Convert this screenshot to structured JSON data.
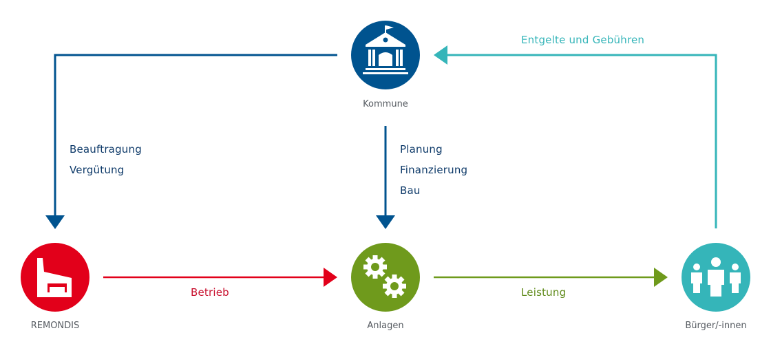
{
  "nodes": {
    "kommune": {
      "label": "Kommune",
      "icon": "town-hall-icon",
      "color": "#00538f"
    },
    "remondis": {
      "label": "REMONDIS",
      "icon": "factory-icon",
      "color": "#e2001a"
    },
    "anlagen": {
      "label": "Anlagen",
      "icon": "gears-icon",
      "color": "#6f9a1c"
    },
    "buerger": {
      "label": "Bürger/-innen",
      "icon": "people-icon",
      "color": "#35b5b9"
    }
  },
  "flows": {
    "kommune_to_remondis": {
      "lines": [
        "Beauftragung",
        "Vergütung"
      ],
      "color": "#00538f"
    },
    "kommune_to_anlagen": {
      "lines": [
        "Planung",
        "Finanzierung",
        "Bau"
      ],
      "color": "#00538f"
    },
    "remondis_to_anlagen": {
      "label": "Betrieb",
      "color": "#e2001a"
    },
    "anlagen_to_buerger": {
      "label": "Leistung",
      "color": "#6f9a1c"
    },
    "buerger_to_kommune": {
      "label": "Entgelte und Gebühren",
      "color": "#35b5b9"
    }
  }
}
